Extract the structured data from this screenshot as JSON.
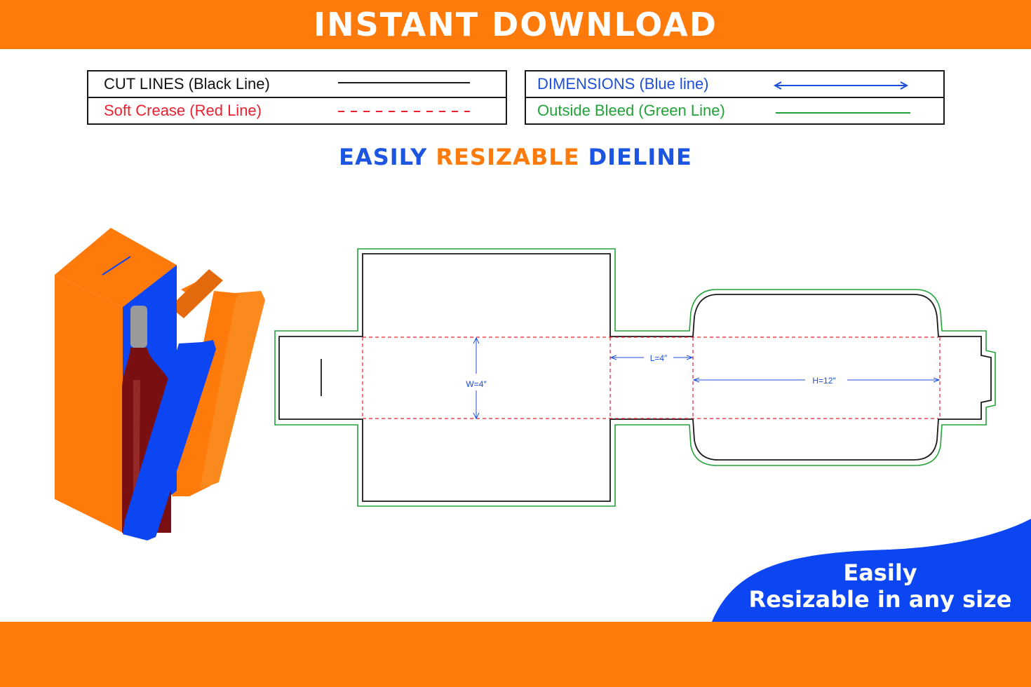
{
  "banner": {
    "title": "INSTANT DOWNLOAD"
  },
  "legend": {
    "cut_lines": "CUT LINES (Black Line)",
    "soft_crease": "Soft Crease (Red Line)",
    "dimensions": "DIMENSIONS (Blue line)",
    "outside_bleed": "Outside Bleed (Green Line)"
  },
  "subtitle": {
    "part1": "EASILY",
    "part2": "RESIZABLE",
    "part3": "DIELINE"
  },
  "dieline": {
    "width_label": "W=4″",
    "length_label": "L=4″",
    "height_label": "H=12″"
  },
  "badge": {
    "line1": "Easily",
    "line2": "Resizable in any size"
  },
  "colors": {
    "orange": "#fe7a0b",
    "blue": "#0c45f2",
    "cut": "#1a1a1a",
    "crease": "#e8222f",
    "dimension": "#1c4fd6",
    "bleed": "#22a33a"
  }
}
